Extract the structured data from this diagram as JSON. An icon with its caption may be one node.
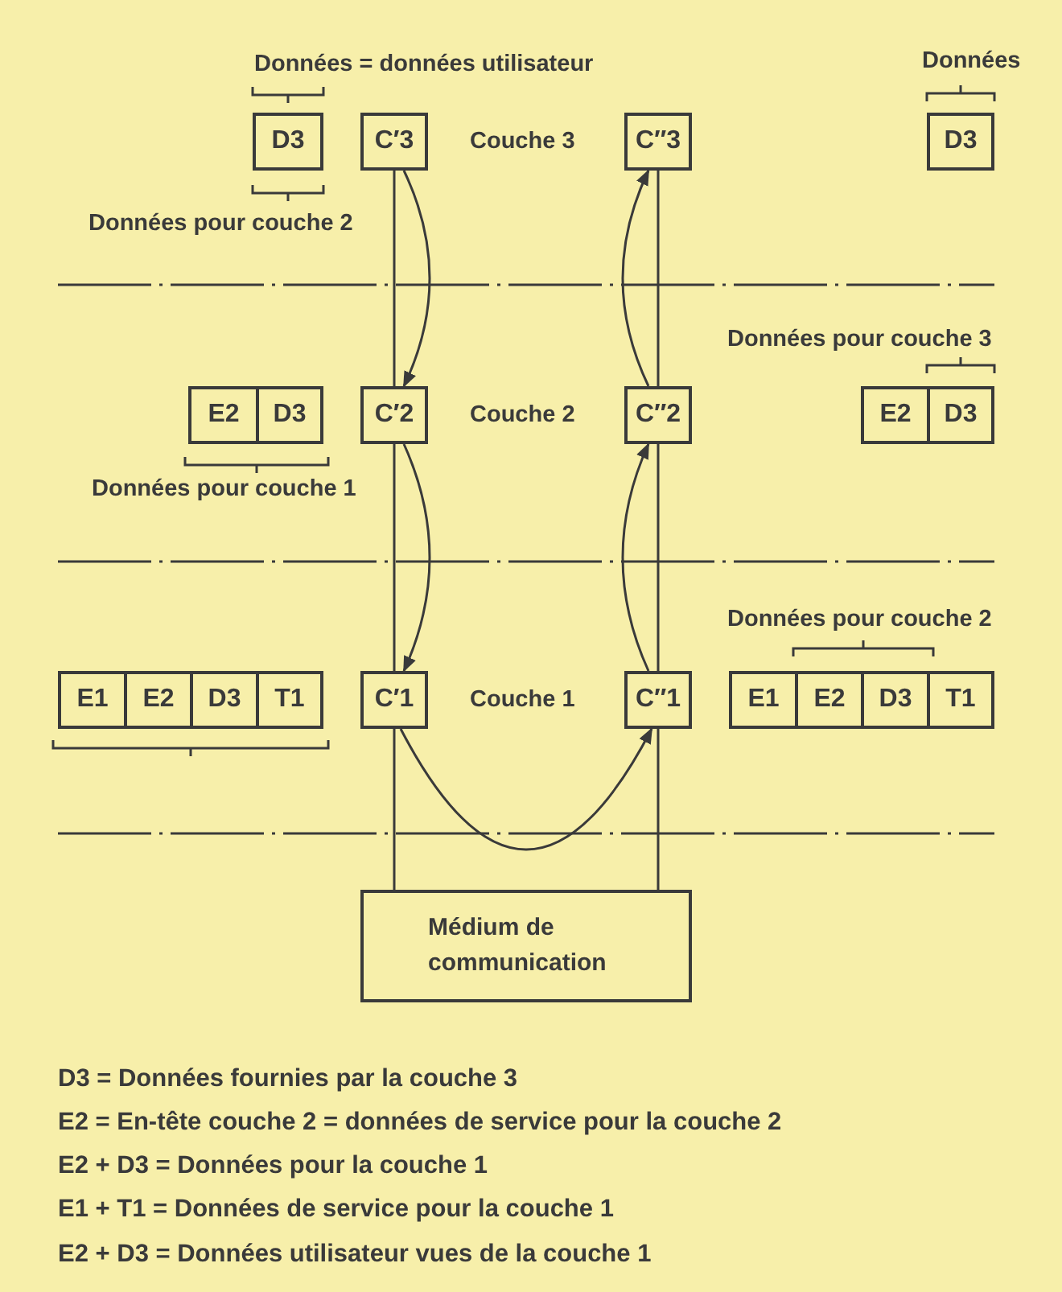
{
  "diagram": {
    "nodes": [
      {
        "text": [
          "D3"
        ]
      },
      {
        "text": [
          "C′3"
        ]
      },
      {
        "text": [
          "C″3"
        ]
      },
      {
        "text": [
          "D3"
        ]
      },
      {
        "text": [
          "E2"
        ]
      },
      {
        "text": [
          "D3"
        ]
      },
      {
        "text": [
          "C′2"
        ]
      },
      {
        "text": [
          "C″2"
        ]
      },
      {
        "text": [
          "E2"
        ]
      },
      {
        "text": [
          "D3"
        ]
      },
      {
        "text": [
          "E1"
        ]
      },
      {
        "text": [
          "E2"
        ]
      },
      {
        "text": [
          "D3"
        ]
      },
      {
        "text": [
          "T1"
        ]
      },
      {
        "text": [
          "C′1"
        ]
      },
      {
        "text": [
          "C″1"
        ]
      },
      {
        "text": [
          "E1"
        ]
      },
      {
        "text": [
          "E2"
        ]
      },
      {
        "text": [
          "D3"
        ]
      },
      {
        "text": [
          "T1"
        ]
      },
      {
        "text": [
          "Médium de communication"
        ]
      }
    ],
    "edges": [
      {
        "from": 1,
        "to": 6,
        "arrow": "to"
      },
      {
        "from": 6,
        "to": 14,
        "arrow": "to"
      },
      {
        "from": 14,
        "to": 15,
        "arrow": "to"
      },
      {
        "from": 15,
        "to": 7,
        "arrow": "to"
      },
      {
        "from": 7,
        "to": 2,
        "arrow": "to"
      },
      {
        "from": 1,
        "to": 6,
        "arrow": "none"
      },
      {
        "from": 6,
        "to": 14,
        "arrow": "none"
      },
      {
        "from": 14,
        "to": 20,
        "arrow": "none"
      },
      {
        "from": 2,
        "to": 7,
        "arrow": "none"
      },
      {
        "from": 7,
        "to": 15,
        "arrow": "none"
      },
      {
        "from": 15,
        "to": 20,
        "arrow": "none"
      }
    ],
    "labels": [
      "Données = données utilisateur",
      "Données",
      "Couche 3",
      "Données pour couche 2",
      "Données pour couche 3",
      "Couche 2",
      "Données pour couche 1",
      "Données pour couche 2",
      "Couche 1",
      "D3 = Données fournies par la couche 3",
      "E2 = En-tête couche 2 = données de service pour la couche 2",
      "E2 + D3 = Données pour la couche 1",
      "E1 + T1 = Données de service pour la couche 1",
      "E2 + D3 = Données utilisateur vues de la couche 1"
    ]
  }
}
